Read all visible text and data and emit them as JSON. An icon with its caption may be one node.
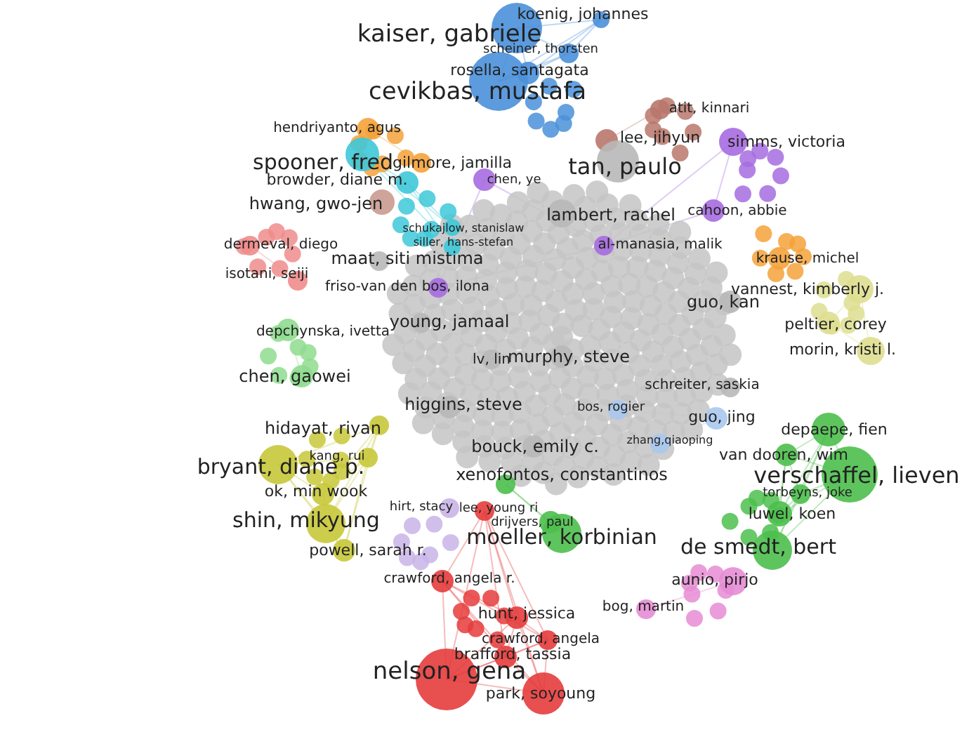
{
  "diagram": {
    "nodes": [
      {
        "text": [
          "kaiser, gabriele"
        ]
      },
      {
        "text": [
          "koenig, johannes"
        ]
      },
      {
        "text": [
          "scheiner, thorsten"
        ]
      },
      {
        "text": [
          "rosella, santagata"
        ]
      },
      {
        "text": [
          "cevikbas, mustafa"
        ]
      },
      {
        "text": [
          "atit, kinnari"
        ]
      },
      {
        "text": [
          "hendriyanto, agus"
        ]
      },
      {
        "text": [
          "lee, jihyun"
        ]
      },
      {
        "text": [
          "simms, victoria"
        ]
      },
      {
        "text": [
          "spooner, fred"
        ]
      },
      {
        "text": [
          "gilmore, jamilla"
        ]
      },
      {
        "text": [
          "tan, paulo"
        ]
      },
      {
        "text": [
          "browder, diane m."
        ]
      },
      {
        "text": [
          "chen, ye"
        ]
      },
      {
        "text": [
          "hwang, gwo-jen"
        ]
      },
      {
        "text": [
          "lambert, rachel"
        ]
      },
      {
        "text": [
          "cahoon, abbie"
        ]
      },
      {
        "text": [
          "schukajlow, stanislaw"
        ]
      },
      {
        "text": [
          "siller, hans-stefan"
        ]
      },
      {
        "text": [
          "dermeval, diego"
        ]
      },
      {
        "text": [
          "al-manasia, malik"
        ]
      },
      {
        "text": [
          "maat, siti mistima"
        ]
      },
      {
        "text": [
          "krause, michel"
        ]
      },
      {
        "text": [
          "isotani, seiji"
        ]
      },
      {
        "text": [
          "vannest, kimberly j."
        ]
      },
      {
        "text": [
          "friso-van den bos, ilona"
        ]
      },
      {
        "text": [
          "guo, kan"
        ]
      },
      {
        "text": [
          "peltier, corey"
        ]
      },
      {
        "text": [
          "young, jamaal"
        ]
      },
      {
        "text": [
          "depchynska, ivetta"
        ]
      },
      {
        "text": [
          "morin, kristi l."
        ]
      },
      {
        "text": [
          "lv, lin"
        ]
      },
      {
        "text": [
          "murphy, steve"
        ]
      },
      {
        "text": [
          "chen, gaowei"
        ]
      },
      {
        "text": [
          "schreiter, saskia"
        ]
      },
      {
        "text": [
          "higgins, steve"
        ]
      },
      {
        "text": [
          "bos, rogier"
        ]
      },
      {
        "text": [
          "guo, jing"
        ]
      },
      {
        "text": [
          "hidayat, riyan"
        ]
      },
      {
        "text": [
          "depaepe, fien"
        ]
      },
      {
        "text": [
          "zhang,qiaoping"
        ]
      },
      {
        "text": [
          "kang, rui"
        ]
      },
      {
        "text": [
          "bouck, emily c."
        ]
      },
      {
        "text": [
          "van dooren, wim"
        ]
      },
      {
        "text": [
          "bryant, diane p."
        ]
      },
      {
        "text": [
          "verschaffel, lieven"
        ]
      },
      {
        "text": [
          "xenofontos, constantinos"
        ]
      },
      {
        "text": [
          "ok, min wook"
        ]
      },
      {
        "text": [
          "torbeyns, joke"
        ]
      },
      {
        "text": [
          "hirt, stacy"
        ]
      },
      {
        "text": [
          "lee, young ri"
        ]
      },
      {
        "text": [
          "shin, mikyung"
        ]
      },
      {
        "text": [
          "drijvers, paul"
        ]
      },
      {
        "text": [
          "luwel, koen"
        ]
      },
      {
        "text": [
          "moeller, korbinian"
        ]
      },
      {
        "text": [
          "de smedt, bert"
        ]
      },
      {
        "text": [
          "powell, sarah r."
        ]
      },
      {
        "text": [
          "crawford, angela r."
        ]
      },
      {
        "text": [
          "aunio, pirjo"
        ]
      },
      {
        "text": [
          "hunt, jessica"
        ]
      },
      {
        "text": [
          "bog, martin"
        ]
      },
      {
        "text": [
          "crawford, angela"
        ]
      },
      {
        "text": [
          "brafford, tassia"
        ]
      },
      {
        "text": [
          "nelson, gena"
        ]
      },
      {
        "text": [
          "park, soyoung"
        ]
      }
    ]
  }
}
